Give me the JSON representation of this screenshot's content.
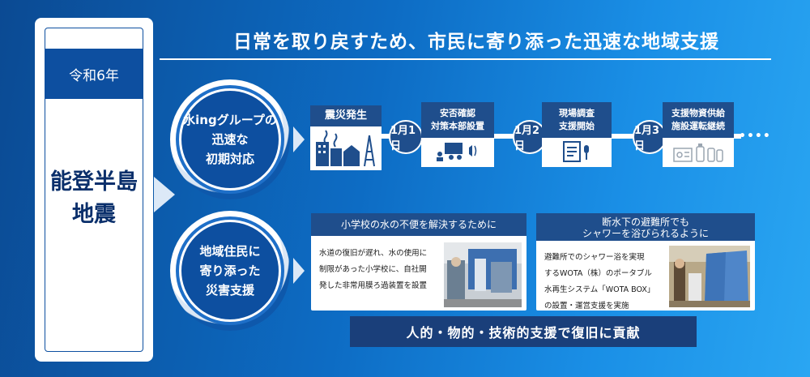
{
  "left_card": {
    "era": "令和6年",
    "event_line1": "能登半島",
    "event_line2": "地震"
  },
  "header": {
    "title": "日常を取り戻すため、市民に寄り添った迅速な地域支援"
  },
  "circles": {
    "initial": {
      "line1": "水ingグループの",
      "line2": "迅速な",
      "line3": "初期対応"
    },
    "support": {
      "line1": "地域住民に",
      "line2": "寄り添った",
      "line3": "災害支援"
    }
  },
  "timeline": {
    "dots": "••••",
    "steps": [
      {
        "title": "震災発生"
      },
      {
        "badge": "1月1日",
        "title_line1": "安否確認",
        "title_line2": "対策本部設置"
      },
      {
        "badge": "1月2日",
        "title_line1": "現場調査",
        "title_line2": "支援開始"
      },
      {
        "badge": "1月3日",
        "title_line1": "支援物資供給",
        "title_line2": "施設運転継続"
      }
    ]
  },
  "panels": {
    "school": {
      "title": "小学校の水の不便を解決するために",
      "lines": [
        "水道の復旧が遅れ、水の使用に",
        "制限があった小学校に、自社開",
        "発した非常用膜ろ過装置を設置"
      ]
    },
    "shelter": {
      "title_line1": "断水下の避難所でも",
      "title_line2": "シャワーを浴びられるように",
      "lines": [
        "避難所でのシャワー浴を実現",
        "するWOTA（株）のポータブル",
        "水再生システム「WOTA BOX」",
        "の設置・運営支援を実施"
      ]
    }
  },
  "banner": {
    "text": "人的・物的・技術的支援で復旧に貢献"
  },
  "colors": {
    "navy": "#1f4e8c",
    "deep_blue": "#0d4fa0",
    "dark_text": "#0a2f6b"
  }
}
